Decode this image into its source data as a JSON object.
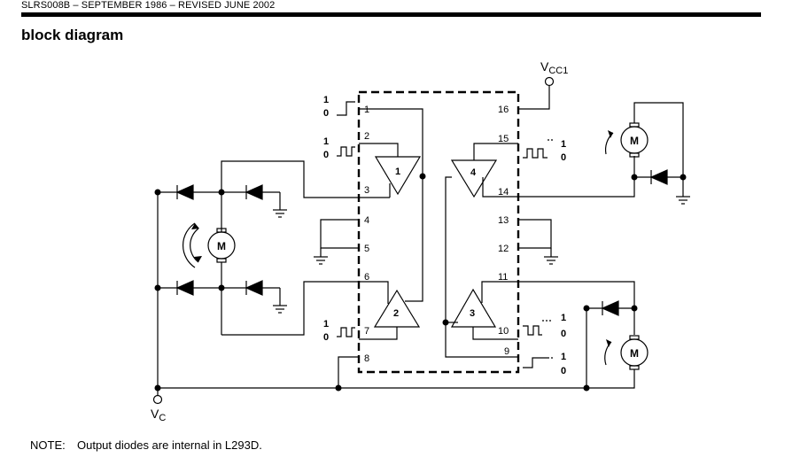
{
  "header": {
    "doc_ref": "SLRS008B – SEPTEMBER 1986 – REVISED JUNE 2002"
  },
  "section": {
    "title": "block diagram"
  },
  "diagram": {
    "pins": {
      "p1": "1",
      "p2": "2",
      "p3": "3",
      "p4": "4",
      "p5": "5",
      "p6": "6",
      "p7": "7",
      "p8": "8",
      "p9": "9",
      "p10": "10",
      "p11": "11",
      "p12": "12",
      "p13": "13",
      "p14": "14",
      "p15": "15",
      "p16": "16"
    },
    "drivers": {
      "d1": "1",
      "d2": "2",
      "d3": "3",
      "d4": "4"
    },
    "motor_label": "M",
    "logic_high": "1",
    "logic_low": "0",
    "supply_vcc1": {
      "main": "V",
      "sub": "CC1"
    },
    "supply_vc": {
      "main": "V",
      "sub": "C"
    }
  },
  "note": {
    "label": "NOTE:",
    "text": "Output diodes are internal in L293D."
  }
}
